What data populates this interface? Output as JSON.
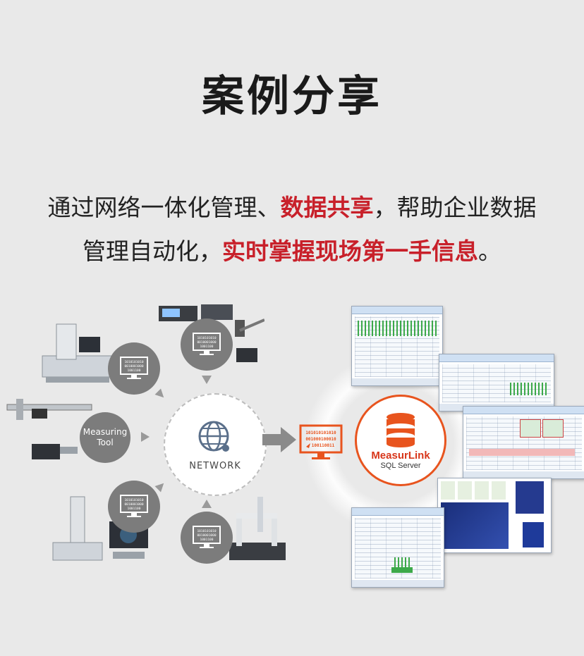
{
  "header": {
    "title": "案例分享",
    "line1_a": "通过网络一体化管理、",
    "line1_hl": "数据共享",
    "line1_b": "，帮助企业数据",
    "line2_a": "管理自动化，",
    "line2_hl": "实时掌握现场第一手信息",
    "line2_b": "。"
  },
  "diagram": {
    "measuring_tool_line1": "Measuring",
    "measuring_tool_line2": "Tool",
    "network_label": "NETWORK",
    "binary_lines": [
      "101010101010",
      "001000100010",
      "100110011"
    ],
    "small_binary": [
      "1010101010",
      "0010001000",
      "1001100"
    ],
    "brand": "MeasurLink",
    "brand_sub": "SQL Server"
  },
  "colors": {
    "highlight": "#c8202a",
    "orange": "#e8541e",
    "gray_circle": "#7c7c7c",
    "arrow": "#8a8a8a"
  },
  "icons": [
    "monitor-icon",
    "globe-network-icon",
    "database-icon",
    "arrow-right-icon",
    "arrow-down-icon",
    "arrow-up-icon"
  ]
}
